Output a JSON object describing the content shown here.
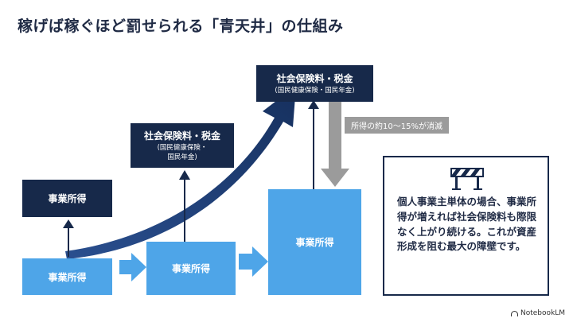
{
  "title": "稼げば稼ぐほど罰せられる「青天井」の仕組み",
  "income_label": "事業所得",
  "stage1": {
    "top_label": "事業所得"
  },
  "stage2": {
    "tax_main": "社会保険料・税金",
    "tax_sub_line1": "(国民健康保険・",
    "tax_sub_line2": "国民年金)"
  },
  "stage3": {
    "tax_main": "社会保険料・税金",
    "tax_sub": "(国民健康保険・国民年金)"
  },
  "loss_label": "所得の約10～15%が消滅",
  "note": {
    "icon": "barrier-icon",
    "text": "個人事業主単体の場合、事業所得が増えれば社会保険料も際限なく上がり続ける。これが資産形成を阻む最大の障壁です。"
  },
  "logo_text": "NotebookLM",
  "colors": {
    "dark": "#17294a",
    "light": "#4ea5e8",
    "gray": "#9b9b9b",
    "arrow": "#1f3a6e"
  }
}
